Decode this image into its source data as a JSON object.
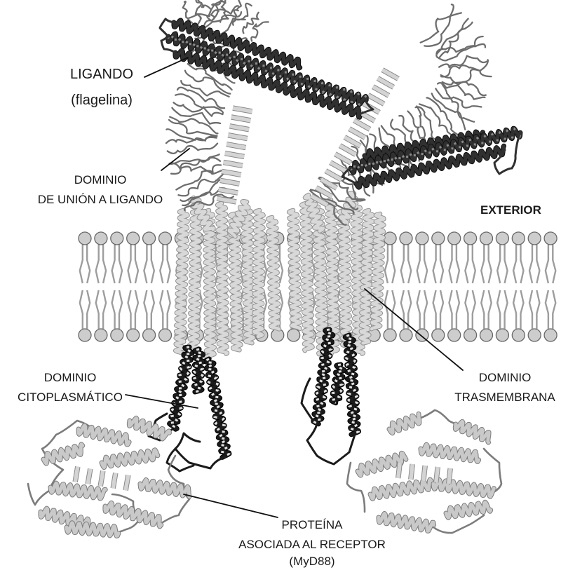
{
  "labels": {
    "ligand": {
      "line1": "LIGANDO",
      "line2": "(flagelina)"
    },
    "ligand_binding_domain": {
      "line1": "DOMINIO",
      "line2": "DE UNIÓN A LIGANDO"
    },
    "exterior": "EXTERIOR",
    "cytoplasmic_domain": {
      "line1": "DOMINIO",
      "line2": "CITOPLASMÁTICO"
    },
    "transmembrane_domain": {
      "line1": "DOMINIO",
      "line2": "TRASMEMBRANA"
    },
    "adaptor_protein": {
      "line1": "PROTEÍNA",
      "line2": "ASOCIADA AL RECEPTOR",
      "line3": "(MyD88)"
    }
  },
  "colors": {
    "background": "#ffffff",
    "text": "#1a1a1a",
    "ligand": "#303030",
    "ligand_edge": "#0e0e0e",
    "ligand_highlight": "#8a8a8a",
    "binding_domain": "#6d6d6d",
    "beta_strand": "#d4d4d4",
    "beta_strand_edge": "#8a8a8a",
    "transmembrane": "#d8d8d8",
    "transmembrane_edge": "#939393",
    "cytoplasmic": "#1b1b1b",
    "cytoplasmic_edge": "#000000",
    "cytoplasmic_highlight": "#e2e2e2",
    "myd88": "#c9c9c9",
    "myd88_edge": "#7c7c7c",
    "lipid_head": "#cdcdcd",
    "lipid_head_edge": "#686868",
    "lipid_tail": "#9d9d9d",
    "leader_line": "#111111"
  }
}
